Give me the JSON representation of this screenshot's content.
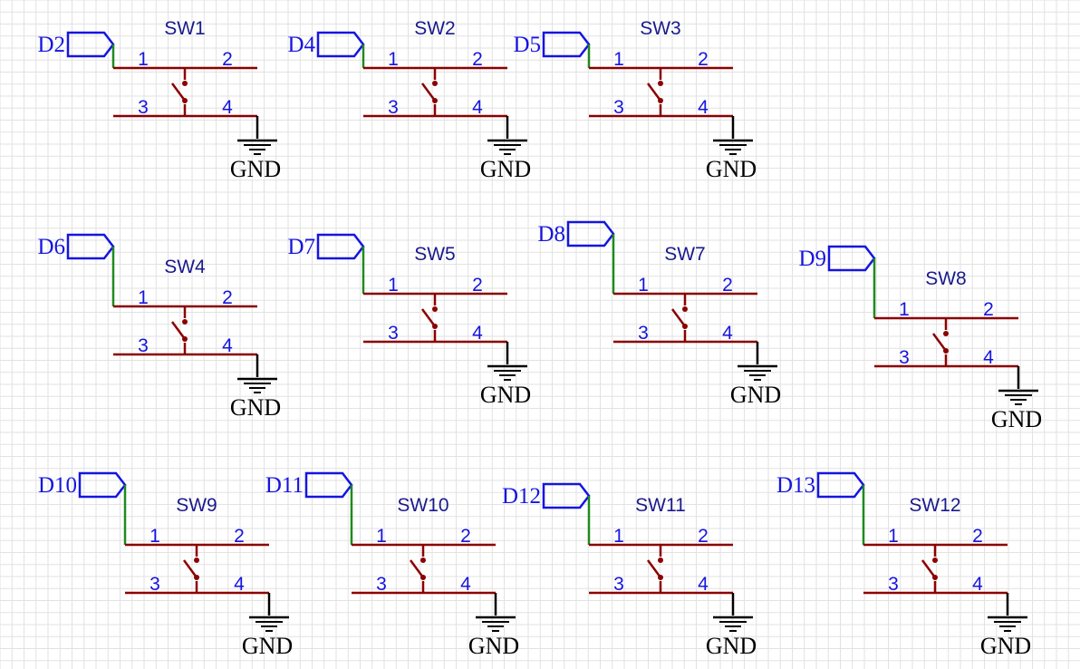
{
  "colors": {
    "background": "#ffffff",
    "grid": "#e2e2e2",
    "component": "#8b0000",
    "wire": "#1f8a1f",
    "label": "#1515e0",
    "ground": "#000000"
  },
  "ground_label": "GND",
  "pin_labels": [
    "1",
    "2",
    "3",
    "4"
  ],
  "switches": [
    {
      "ref": "SW1",
      "net": "D2"
    },
    {
      "ref": "SW2",
      "net": "D4"
    },
    {
      "ref": "SW3",
      "net": "D5"
    },
    {
      "ref": "SW4",
      "net": "D6"
    },
    {
      "ref": "SW5",
      "net": "D7"
    },
    {
      "ref": "SW7",
      "net": "D8"
    },
    {
      "ref": "SW8",
      "net": "D9"
    },
    {
      "ref": "SW9",
      "net": "D10"
    },
    {
      "ref": "SW10",
      "net": "D11"
    },
    {
      "ref": "SW11",
      "net": "D12"
    },
    {
      "ref": "SW12",
      "net": "D13"
    }
  ]
}
